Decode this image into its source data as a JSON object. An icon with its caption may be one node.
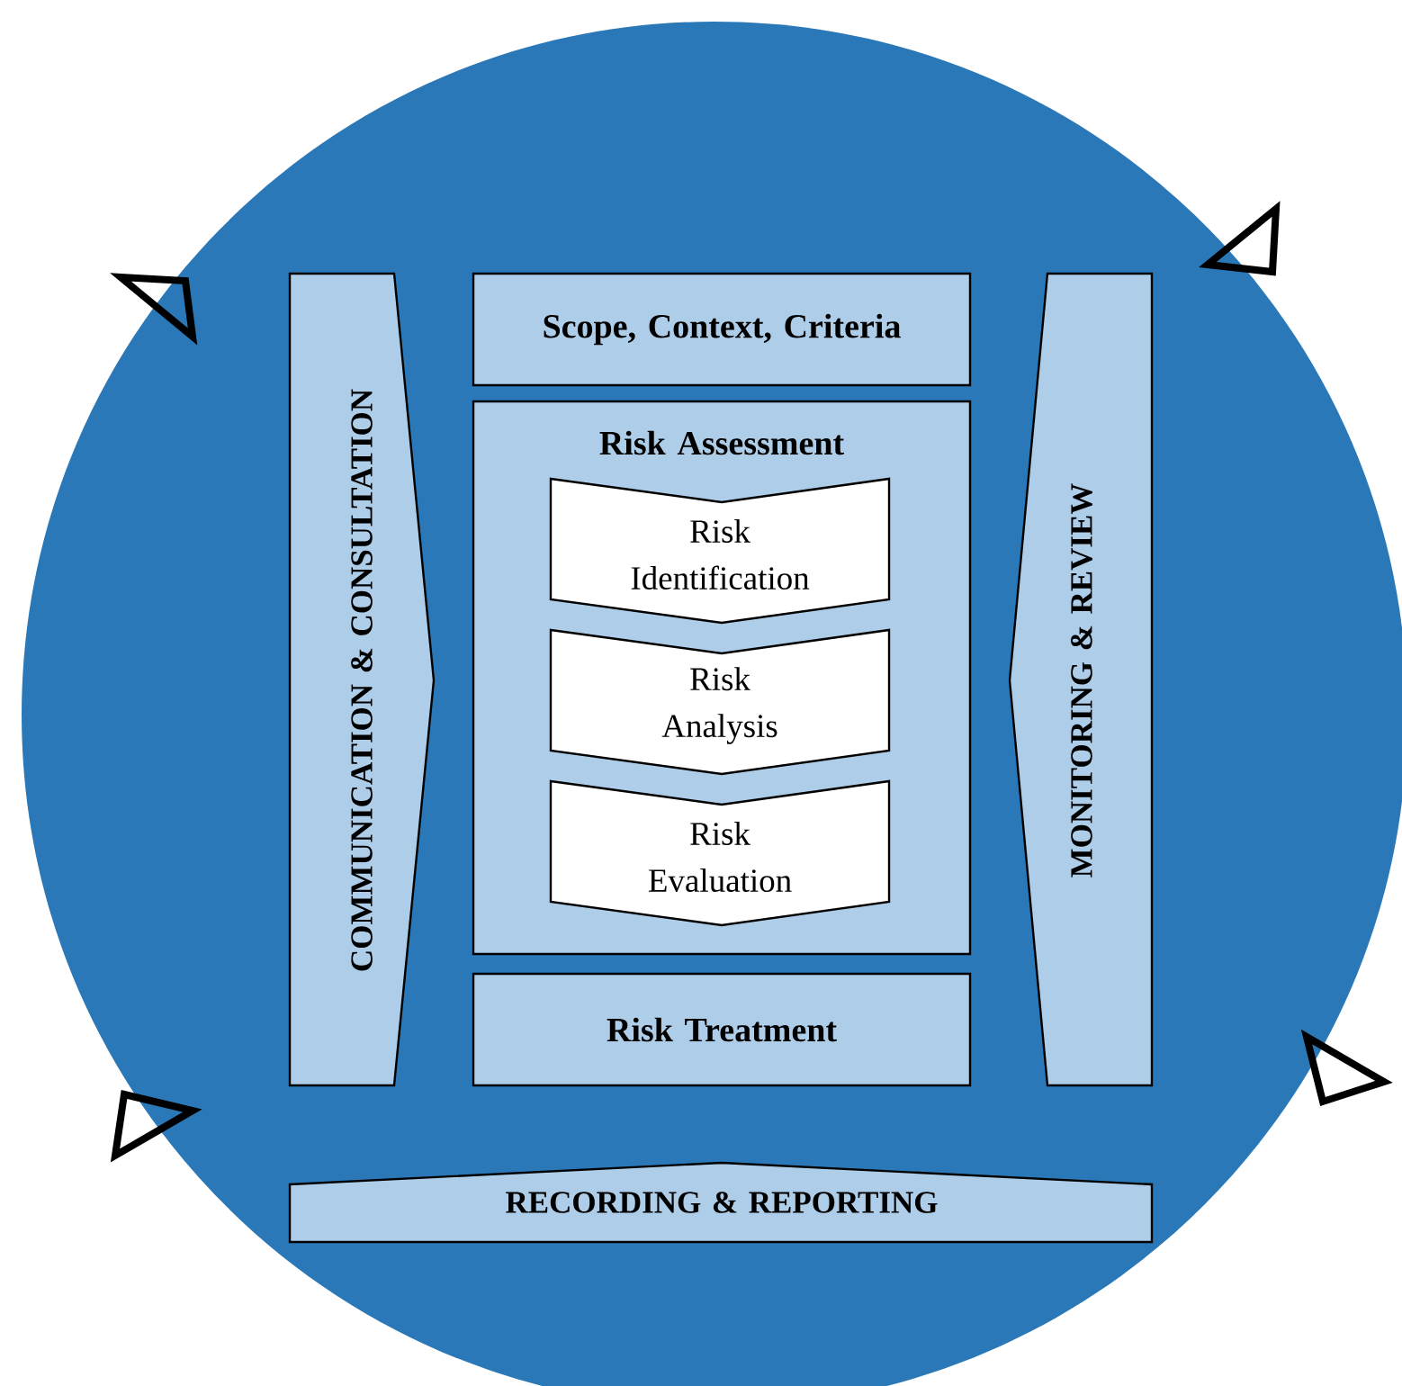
{
  "diagram": {
    "nodes": [
      {
        "text": [
          "COMMUNICATION & CONSULTATION"
        ]
      },
      {
        "text": [
          "Scope, Context, Criteria"
        ]
      },
      {
        "text": [
          "Risk Assessment"
        ]
      },
      {
        "text": [
          "Risk Identification"
        ],
        "in": 2
      },
      {
        "text": [
          "Risk Analysis"
        ],
        "in": 2
      },
      {
        "text": [
          "Risk Evaluation"
        ],
        "in": 2
      },
      {
        "text": [
          "Risk Treatment"
        ]
      },
      {
        "text": [
          "MONITORING & REVIEW"
        ]
      },
      {
        "text": [
          "RECORDING & REPORTING"
        ]
      }
    ]
  }
}
